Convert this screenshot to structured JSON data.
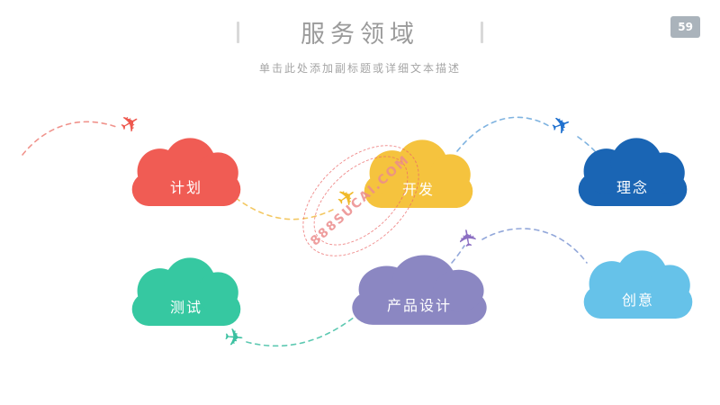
{
  "page": {
    "number": "59",
    "title": "服务领域",
    "subtitle": "单击此处添加副标题或详细文本描述"
  },
  "watermark": {
    "text": "888SUCAI.COM",
    "color": "#ec8c8c"
  },
  "clouds": [
    {
      "id": "plan",
      "label": "计划",
      "color": "#f05c54"
    },
    {
      "id": "develop",
      "label": "开发",
      "color": "#f5c33e"
    },
    {
      "id": "concept",
      "label": "理念",
      "color": "#1a65b4"
    },
    {
      "id": "test",
      "label": "测试",
      "color": "#36c8a1"
    },
    {
      "id": "product-design",
      "label": "产品设计",
      "color": "#8b87c2"
    },
    {
      "id": "creative",
      "label": "创意",
      "color": "#66c2e9"
    }
  ],
  "planes": [
    {
      "id": "red",
      "glyph": "✈",
      "color": "#ee584e"
    },
    {
      "id": "yellow",
      "glyph": "✈",
      "color": "#f0b929"
    },
    {
      "id": "blue",
      "glyph": "✈",
      "color": "#2071cf"
    },
    {
      "id": "purple",
      "glyph": "✈",
      "color": "#8b6ec2"
    },
    {
      "id": "teal",
      "glyph": "✈",
      "color": "#3ac0a0"
    }
  ],
  "routes": {
    "red": {
      "color": "#f0938c"
    },
    "yellow": {
      "color": "#f3c863"
    },
    "blue": {
      "color": "#7fb3e0"
    },
    "purple": {
      "color": "#93a8da"
    },
    "teal": {
      "color": "#5ec9b2"
    }
  }
}
